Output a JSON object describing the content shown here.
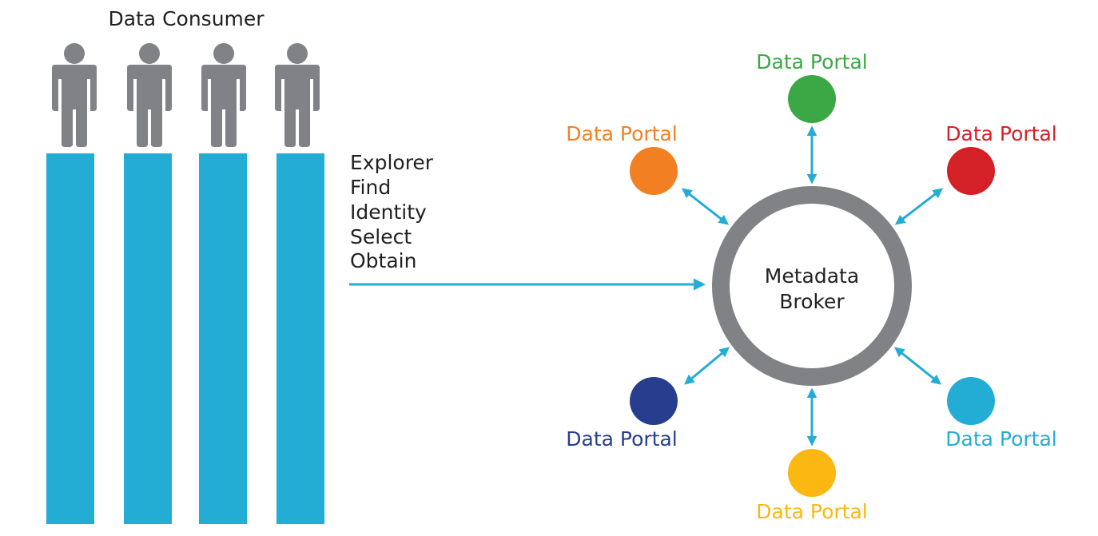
{
  "consumer": {
    "title": "Data Consumer",
    "person_icon": "person-icon",
    "count": 4,
    "person_color": "#808285",
    "bar_color": "#23acd4"
  },
  "actions": {
    "lines": [
      "Explorer",
      "Find",
      "Identity",
      "Select",
      "Obtain"
    ]
  },
  "broker": {
    "line1": "Metadata",
    "line2": "Broker",
    "ring_color": "#808285"
  },
  "arrow_color": "#23acd4",
  "portals": [
    {
      "label": "Data Portal",
      "color": "#3ca845",
      "position": "top"
    },
    {
      "label": "Data Portal",
      "color": "#f28023",
      "position": "top-left"
    },
    {
      "label": "Data Portal",
      "color": "#d42027",
      "position": "top-right"
    },
    {
      "label": "Data Portal",
      "color": "#273e8e",
      "position": "bottom-left"
    },
    {
      "label": "Data Portal",
      "color": "#fbb812",
      "position": "bottom"
    },
    {
      "label": "Data Portal",
      "color": "#23acd4",
      "position": "bottom-right"
    }
  ]
}
